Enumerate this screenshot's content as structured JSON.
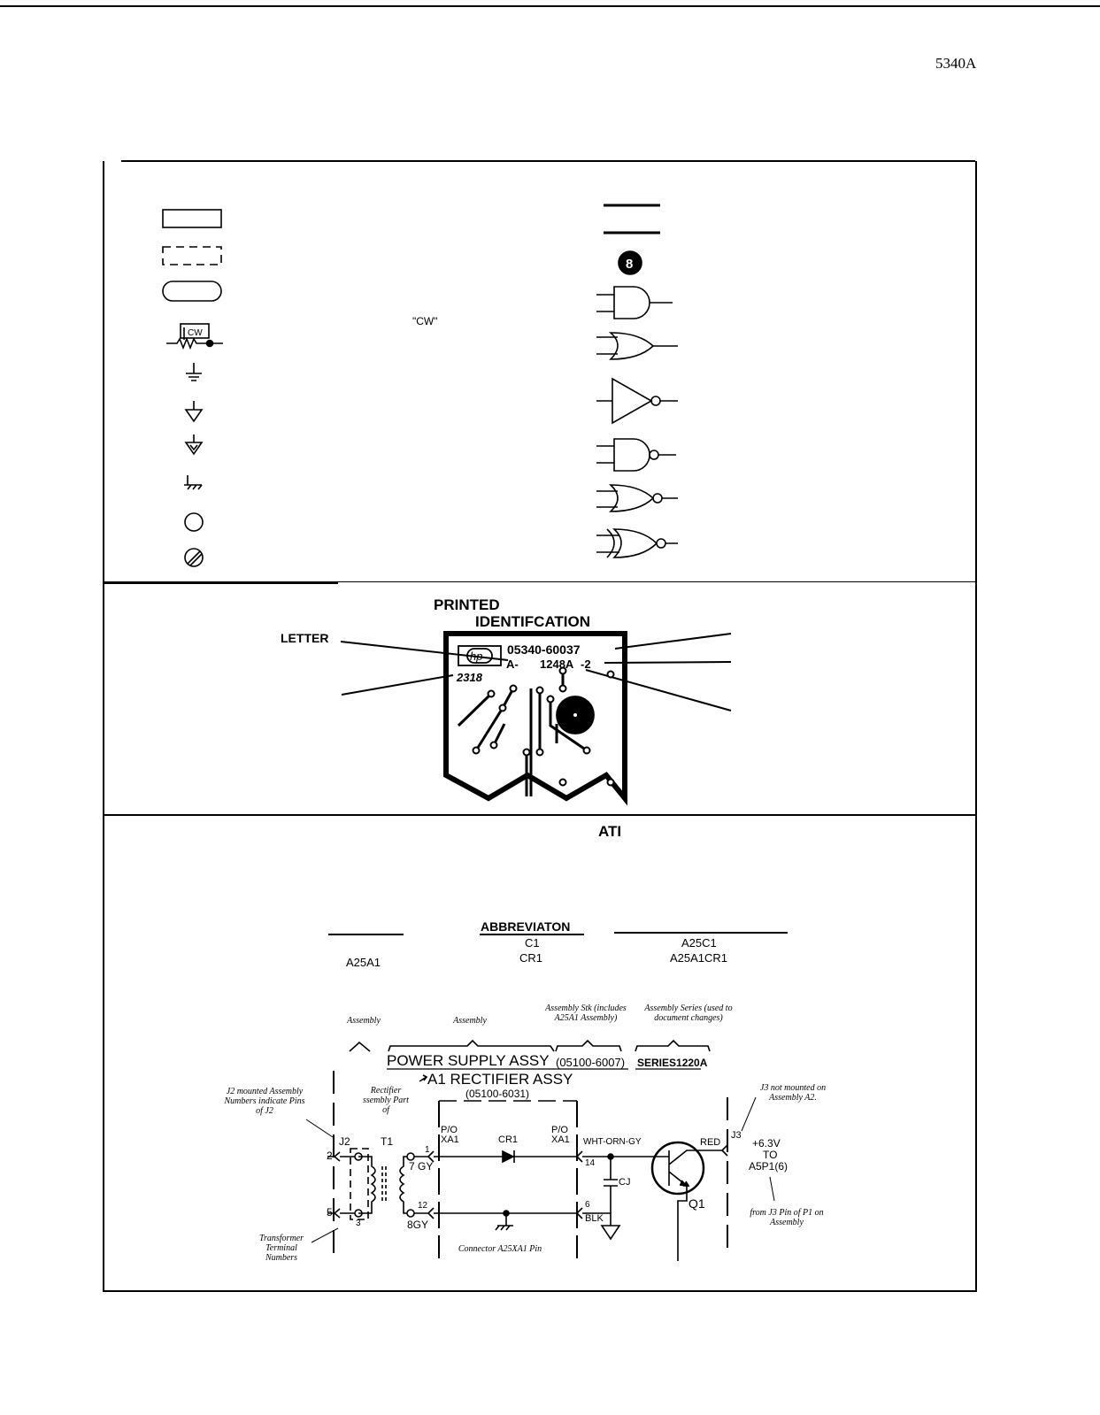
{
  "page": {
    "doc_id": "5340A"
  },
  "symbols": {
    "cw_label": "\"CW\"",
    "pot_cw": "CW",
    "numbered_circle": "8"
  },
  "pcb": {
    "printed": "PRINTED",
    "identification": "IDENTIFCATION",
    "letter": "LETTER",
    "logo": "hp",
    "part_number": "05340-60037",
    "rev_letter": "A-",
    "series": "1248A",
    "suffix": "-2",
    "date_code": "2318"
  },
  "reference": {
    "heading": "ATI",
    "abbreviation_header": "ABBREVIATON",
    "col_left_1": "A25A1",
    "col_mid_1": "C1",
    "col_mid_2": "CR1",
    "col_right_1": "A25C1",
    "col_right_2": "A25A1CR1"
  },
  "schematic": {
    "note_assembly_1": "Assembly",
    "note_assembly_2": "Assembly",
    "note_assembly_stk": "Assembly Stk (includes A25A1 Assembly)",
    "note_assembly_series": "Assembly Series (used to document changes)",
    "power_supply": "POWER SUPPLY ASSY",
    "power_supply_pn": "(05100-6007)",
    "series": "SERIES1220A",
    "rectifier_note": "Rectifier ssembly Part of",
    "rectifier_title": "A1 RECTIFIER ASSY",
    "rectifier_pn": "(05100-6031)",
    "j2_note": "J2 mounted Assembly Numbers indicate Pins of J2",
    "j3_note": "J3 not mounted on Assembly A2.",
    "j2": "J2",
    "t1": "T1",
    "pin2": "2",
    "pin5": "5",
    "pin7": "7 GY",
    "pin8": "8GY",
    "pin1": "1",
    "pin12": "12",
    "pin3": "3",
    "pxa1_left": "P/O XA1",
    "pxa1_right": "P/O XA1",
    "cr1": "CR1",
    "wire": "WHT-ORN-GY",
    "pin14": "14",
    "pin6": "6",
    "blk": "BLK",
    "cj": "CJ",
    "red": "RED",
    "j3": "J3",
    "q1": "Q1",
    "voltage": "+6.3V",
    "to": "TO",
    "dest": "A5P1(6)",
    "from_note": "from J3 Pin of P1 on Assembly",
    "transformer_note": "Transformer Terminal Numbers",
    "connector_note": "Connector A25XA1 Pin"
  }
}
